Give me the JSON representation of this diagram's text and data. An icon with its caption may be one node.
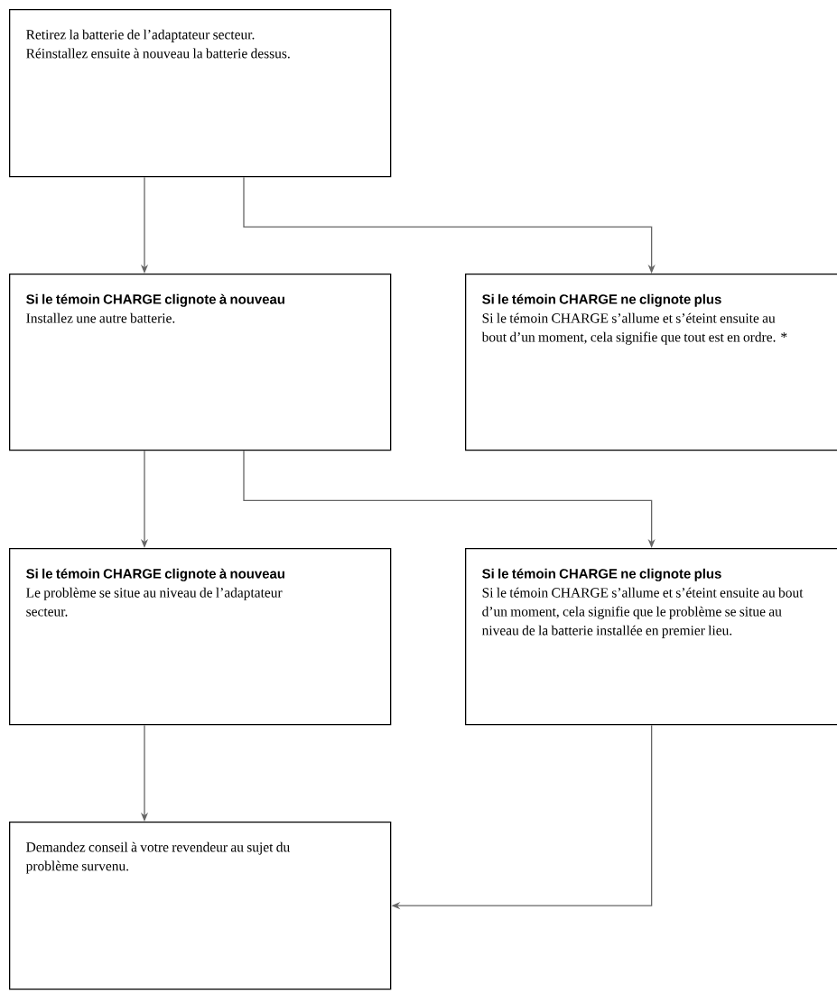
{
  "diagram": {
    "nodes": [
      {
        "text": [
          "Retirez la batterie de l’adaptateur secteur. Réinstallez ensuite à nouveau la batterie dessus."
        ]
      },
      {
        "text": [
          "Si le témoin CHARGE clignote à nouveau",
          "Installez une autre batterie."
        ]
      },
      {
        "text": [
          "Si le témoin CHARGE ne clignote plus",
          "Si le témoin CHARGE s’allume et s’éteint ensuite au bout d’un moment, cela signifie que tout est en ordre. *"
        ]
      },
      {
        "text": [
          "Si le témoin CHARGE clignote à nouveau",
          "Le problème se situe au niveau de l’adaptateur secteur."
        ]
      },
      {
        "text": [
          "Si le témoin CHARGE ne clignote plus",
          "Si le témoin CHARGE s’allume et s’éteint ensuite au bout d’un moment, cela signifie que le problème se situe au niveau de la batterie installée en premier lieu."
        ]
      },
      {
        "text": [
          "Demandez conseil à votre revendeur au sujet du problème survenu."
        ]
      }
    ],
    "edges": [
      {
        "from": 0,
        "to": 1,
        "arrow": "to"
      },
      {
        "from": 0,
        "to": 2,
        "arrow": "to"
      },
      {
        "from": 1,
        "to": 3,
        "arrow": "to"
      },
      {
        "from": 1,
        "to": 4,
        "arrow": "to"
      },
      {
        "from": 3,
        "to": 5,
        "arrow": "to"
      },
      {
        "from": 4,
        "to": 5,
        "arrow": "to"
      }
    ]
  }
}
